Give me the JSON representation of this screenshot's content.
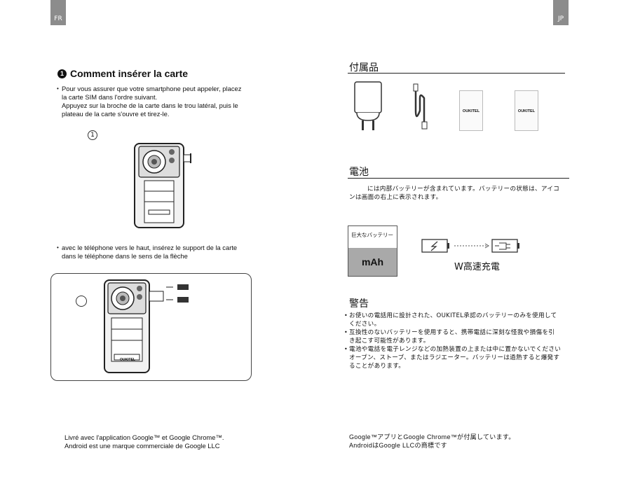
{
  "left_page": {
    "lang_tab": "FR",
    "section_number": "1",
    "heading": "Comment insérer la carte",
    "para1_lines": [
      "Pour vous assurer que votre smartphone peut appeler, placez",
      "la carte SIM dans l'ordre suivant.",
      "Appuyez sur la broche de la carte dans le trou latéral, puis le",
      "plateau de la carte s'ouvre et tirez-le."
    ],
    "step1_label": "1",
    "step2_label": "",
    "para2_lines": [
      "avec le téléphone vers le haut, insérez le support de la carte",
      "dans le téléphone dans le sens de la flèche"
    ],
    "phone_brand_label": "OUKITEL",
    "footer_lines": [
      "Livré avec l'application Google™ et Google Chrome™.",
      "Android est une marque commerciale de Google LLC"
    ]
  },
  "right_page": {
    "lang_tab": "JP",
    "accessories_title": "付属品",
    "card_brand_1": "OUKITEL",
    "card_brand_2": "OUKITEL",
    "battery_title": "電池",
    "battery_lines": [
      "には内部バッテリーが含まれています。バッテリーの状態は、アイコ",
      "ンは画面の右上に表示されます。"
    ],
    "battery_box_top": "巨大なバッテリー",
    "battery_box_bottom": "mAh",
    "charge_label": "W高速充電",
    "warning_title": "警告",
    "warning_lines": [
      "お使いの電話用に設計された、OUKITEL承認のバッテリーのみを使用して",
      "ください。",
      "互換性のないバッテリーを使用すると、携帯電話に深刻な怪我や損傷を引",
      "き起こす可能性があります。",
      "電池や電話を電子レンジなどの加熱装置の上または中に置かないでください",
      "オーブン、ストーブ、またはラジエーター。バッテリーは過熱すると爆発す",
      "ることがあります。"
    ],
    "footer_lines": [
      "Google™アプリとGoogle Chrome™が付属しています。",
      "AndroidはGoogle LLCの商標です"
    ]
  }
}
